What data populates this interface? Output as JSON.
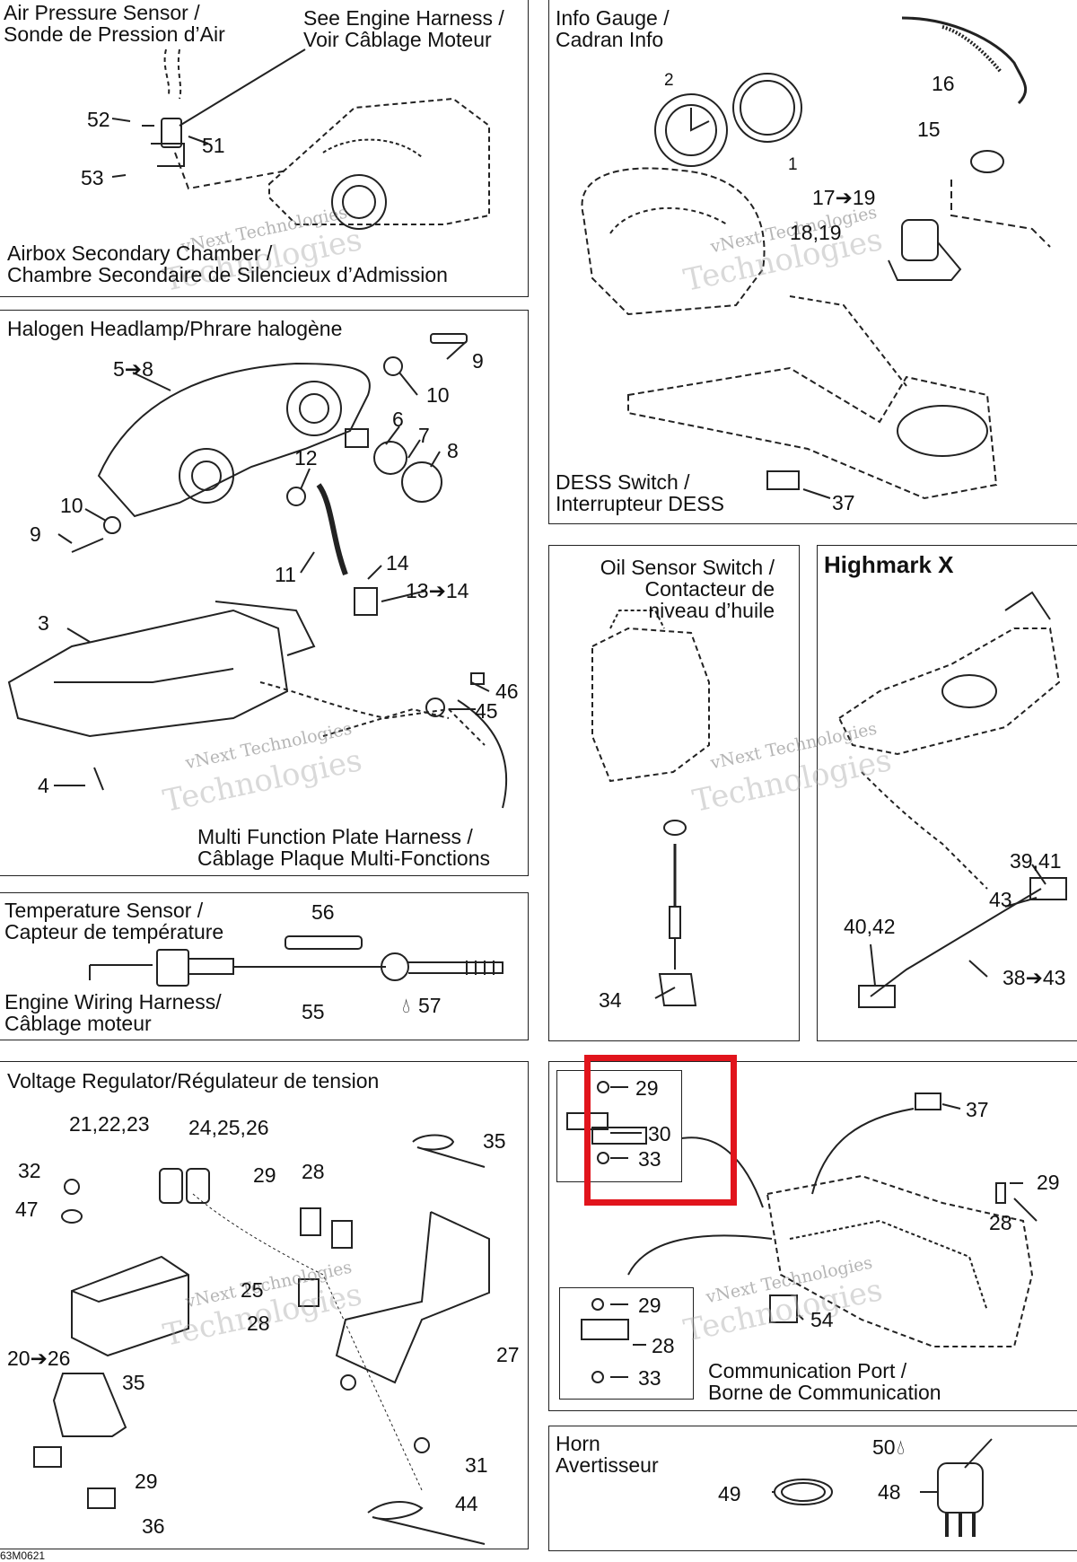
{
  "code": "63M0621",
  "watermark": {
    "line1": "vNext Technologies",
    "line2": "Technologies"
  },
  "highlight_color": "#e1141c",
  "panels": {
    "air_pressure": {
      "title": "Air Pressure Sensor /\nSonde de Pression d’Air",
      "engine_harness": "See Engine Harness /\nVoir Câblage Moteur",
      "airbox": "Airbox Secondary Chamber /\nChambre Secondaire de Silencieux d’Admission",
      "labels": [
        "52",
        "51",
        "53"
      ]
    },
    "info_gauge": {
      "title": "Info Gauge /\nCadran Info",
      "dess": "DESS Switch /\nInterrupteur DESS",
      "labels": [
        "2",
        "1",
        "16",
        "15",
        "17➔19",
        "18,19",
        "37"
      ]
    },
    "headlamp": {
      "title": "Halogen Headlamp/Phrare halogène",
      "harness": "Multi Function Plate Harness /\nCâblage Plaque Multi-Fonctions",
      "labels": [
        "5➔8",
        "9",
        "10",
        "6",
        "7",
        "8",
        "12",
        "10",
        "9",
        "11",
        "14",
        "13➔14",
        "3",
        "46",
        "45",
        "4"
      ]
    },
    "temperature": {
      "title": "Temperature Sensor /\nCapteur de température",
      "harness": "Engine Wiring Harness/\nCâblage moteur",
      "labels": [
        "56",
        "55",
        "57"
      ]
    },
    "oil_sensor": {
      "title": "Oil Sensor Switch /\nContacteur de\nniveau d’huile",
      "labels": [
        "34"
      ]
    },
    "highmark": {
      "title": "Highmark X",
      "labels": [
        "39,41",
        "43",
        "40,42",
        "38➔43"
      ]
    },
    "voltage": {
      "title": "Voltage Regulator/Régulateur de tension",
      "labels": [
        "21,22,23",
        "24,25,26",
        "35",
        "32",
        "47",
        "29",
        "28",
        "25",
        "28",
        "20➔26",
        "27",
        "35",
        "29",
        "31",
        "36",
        "44"
      ]
    },
    "communication": {
      "title": "Communication Port /\nBorne de Communication",
      "labels": [
        "29",
        "30",
        "33",
        "37",
        "29",
        "28",
        "29",
        "28",
        "33",
        "54"
      ]
    },
    "horn": {
      "title": "Horn\nAvertisseur",
      "labels": [
        "50",
        "48",
        "49"
      ]
    }
  }
}
